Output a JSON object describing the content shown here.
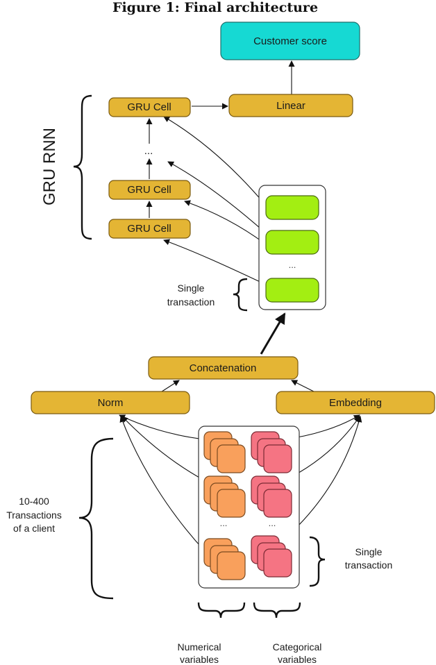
{
  "figure": {
    "title": "Figure 1: Final architecture"
  },
  "nodes": {
    "customer_score": "Customer score",
    "linear": "Linear",
    "gru_cell_top": "GRU Cell",
    "gru_cell_mid": "GRU Cell",
    "gru_cell_bottom": "GRU Cell",
    "gru_ellipsis": "...",
    "concatenation": "Concatenation",
    "norm": "Norm",
    "embedding": "Embedding"
  },
  "labels": {
    "gru_rnn": "GRU RNN",
    "single_transaction_top": [
      "Single",
      "transaction"
    ],
    "single_transaction_bottom": [
      "Single",
      "transaction"
    ],
    "transactions_of_client": [
      "10-400",
      "Transactions",
      "of a client"
    ],
    "numerical_variables": [
      "Numerical",
      "variables"
    ],
    "categorical_variables": [
      "Categorical",
      "variables"
    ],
    "green_ellipsis": "...",
    "numerical_ellipsis": "...",
    "categorical_ellipsis": "..."
  },
  "colors": {
    "node_fill": "#e4b534",
    "output_fill": "#16d9d3",
    "embedded_transaction_fill": "#a3ee12",
    "numerical_fill": "#f9a05c",
    "categorical_fill": "#f57483"
  }
}
